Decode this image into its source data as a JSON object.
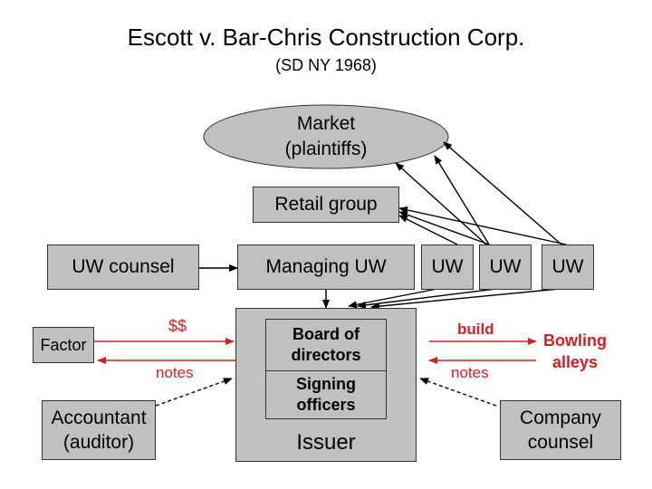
{
  "header": {
    "title": "Escott v. Bar-Chris Construction Corp.",
    "subtitle": "(SD NY 1968)"
  },
  "nodes": {
    "market": "Market\n(plaintiffs)",
    "retail_group": "Retail group",
    "uw_counsel": "UW counsel",
    "managing_uw": "Managing UW",
    "uw_1": "UW",
    "uw_2": "UW",
    "uw_3": "UW",
    "factor": "Factor",
    "accountant": "Accountant\n(auditor)",
    "board": "Board of\ndirectors",
    "signing_officers": "Signing\nofficers",
    "issuer": "Issuer",
    "bowling_alleys": "Bowling\nalleys",
    "company_counsel": "Company\ncounsel"
  },
  "edge_labels": {
    "money": "$$",
    "notes_left": "notes",
    "build": "build",
    "notes_right": "notes"
  },
  "colors": {
    "box_fill": "#c0c0c0",
    "label_red": "#d32020",
    "arrow_red": "#d32020",
    "arrow_black": "#000000"
  }
}
